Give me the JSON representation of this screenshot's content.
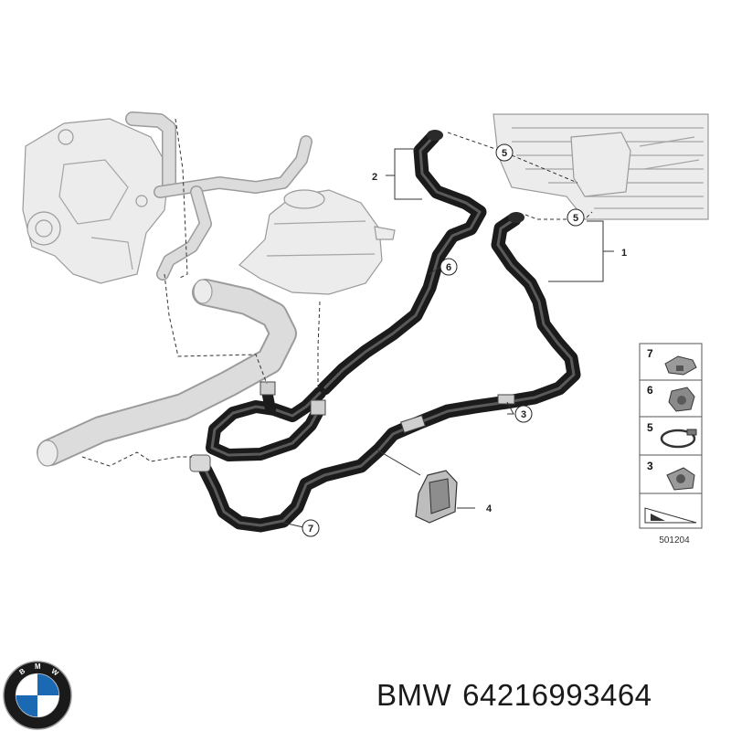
{
  "callouts": {
    "c1": "1",
    "c2": "2",
    "c3": "3",
    "c4": "4",
    "c5a": "5",
    "c5b": "5",
    "c6": "6",
    "c7": "7"
  },
  "legend": {
    "items": [
      {
        "number": "7"
      },
      {
        "number": "6"
      },
      {
        "number": "5"
      },
      {
        "number": "3"
      }
    ]
  },
  "diagram_ref": "501204",
  "caption": {
    "brand": "BMW",
    "part_number": "64216993464"
  },
  "logo": {
    "name": "bmw-roundel",
    "text": "BMW",
    "colors": {
      "ring": "#1a1a1a",
      "blue": "#1c69b3",
      "white": "#ffffff"
    }
  }
}
